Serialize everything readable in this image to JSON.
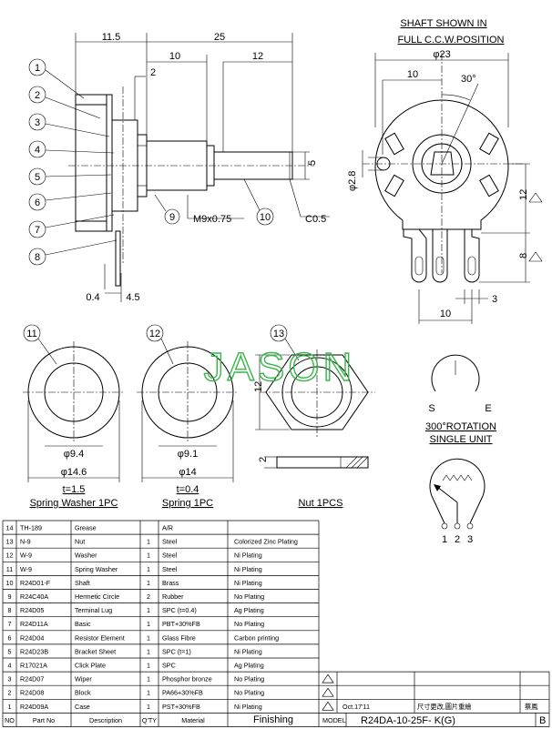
{
  "header": {
    "line1": "SHAFT SHOWN IN",
    "line2": "FULL C.C.W.POSITION"
  },
  "side_view": {
    "dim_11_5": "11.5",
    "dim_25": "25",
    "dim_2": "2",
    "dim_10": "10",
    "dim_12": "12",
    "dim_5": "5",
    "dim_04": "0.4",
    "dim_45": "4.5",
    "thread": "M9x0.75",
    "chamfer": "C0.5",
    "balloons": [
      "1",
      "2",
      "3",
      "4",
      "5",
      "6",
      "7",
      "8"
    ],
    "balloon_9": "9",
    "balloon_10": "10"
  },
  "front_view": {
    "dia_23": "φ23",
    "dim_10": "10",
    "angle_30": "30°",
    "dia_28": "φ2.8",
    "dim_12": "12",
    "dim_8": "8",
    "dim_3": "3",
    "dim_10_bottom": "10"
  },
  "parts_views": {
    "washer": {
      "balloon": "11",
      "inner": "φ9.4",
      "outer": "φ14.6",
      "thick": "t=1.5",
      "caption": "Spring Washer 1PC"
    },
    "spring": {
      "balloon": "12",
      "inner": "φ9.1",
      "outer": "φ14",
      "thick": "t=0.4",
      "caption": "Spring 1PC"
    },
    "nut": {
      "balloon": "13",
      "height": "12",
      "thick": "2",
      "caption": "Nut 1PCS"
    }
  },
  "watermark": "JASON",
  "rotation": {
    "s": "S",
    "e": "E",
    "line1": "300°ROTATION",
    "line2": "SINGLE UNIT",
    "terminals": [
      "1",
      "2",
      "3"
    ]
  },
  "bom": {
    "rows": [
      {
        "no": "14",
        "part": "TH-189",
        "desc": "Grease",
        "qty": "",
        "mat": "A/R",
        "fin": ""
      },
      {
        "no": "13",
        "part": "N-9",
        "desc": "Nut",
        "qty": "1",
        "mat": "Steel",
        "fin": "Colorized Zinc Plating"
      },
      {
        "no": "12",
        "part": "W-9",
        "desc": "Washer",
        "qty": "1",
        "mat": "Steel",
        "fin": "Ni Plating"
      },
      {
        "no": "11",
        "part": "W-9",
        "desc": "Spring Washer",
        "qty": "1",
        "mat": "Steel",
        "fin": "Ni Plating"
      },
      {
        "no": "10",
        "part": "R24D01-F",
        "desc": "Shaft",
        "qty": "1",
        "mat": "Brass",
        "fin": "Ni Plating"
      },
      {
        "no": "9",
        "part": "R24C40A",
        "desc": "Hermetic Circle",
        "qty": "2",
        "mat": "Rubber",
        "fin": "No Plating"
      },
      {
        "no": "8",
        "part": "R24D05",
        "desc": "Terminal Lug",
        "qty": "1",
        "mat": "SPC (t=0.4)",
        "fin": "Ag Plating"
      },
      {
        "no": "7",
        "part": "R24D11A",
        "desc": "Basic",
        "qty": "1",
        "mat": "PBT+30%FB",
        "fin": "No Plating"
      },
      {
        "no": "6",
        "part": "R24D04",
        "desc": "Resistor Element",
        "qty": "1",
        "mat": "Glass Fibre",
        "fin": "Carbon printing"
      },
      {
        "no": "5",
        "part": "R24D23B",
        "desc": "Bracket  Sheet",
        "qty": "1",
        "mat": "SPC (t=1)",
        "fin": "Ni Plating"
      },
      {
        "no": "4",
        "part": "R17021A",
        "desc": "Click Plate",
        "qty": "1",
        "mat": "SPC",
        "fin": "Ag Plating"
      },
      {
        "no": "3",
        "part": "R24D07",
        "desc": "Wiper",
        "qty": "1",
        "mat": "Phosphor bronze",
        "fin": "No Plating"
      },
      {
        "no": "2",
        "part": "R24D08",
        "desc": "Block",
        "qty": "1",
        "mat": "PA66+30%FB",
        "fin": "No Plating"
      },
      {
        "no": "1",
        "part": "R24D09A",
        "desc": "Case",
        "qty": "1",
        "mat": "PST+30%FB",
        "fin": "Ni Plating"
      }
    ],
    "header": {
      "no": "NO",
      "part": "Part No",
      "desc": "Description",
      "qty": "Q'TY",
      "mat": "Material",
      "fin": "Finishing"
    },
    "revision": {
      "date": "Oct.17'11",
      "note": "尺寸更改,圖片重繪",
      "by": "蔡鳳"
    },
    "model_label": "MODEL",
    "model_value": "R24DA-10-25F-   K(G)",
    "sheet_rev": "B"
  }
}
